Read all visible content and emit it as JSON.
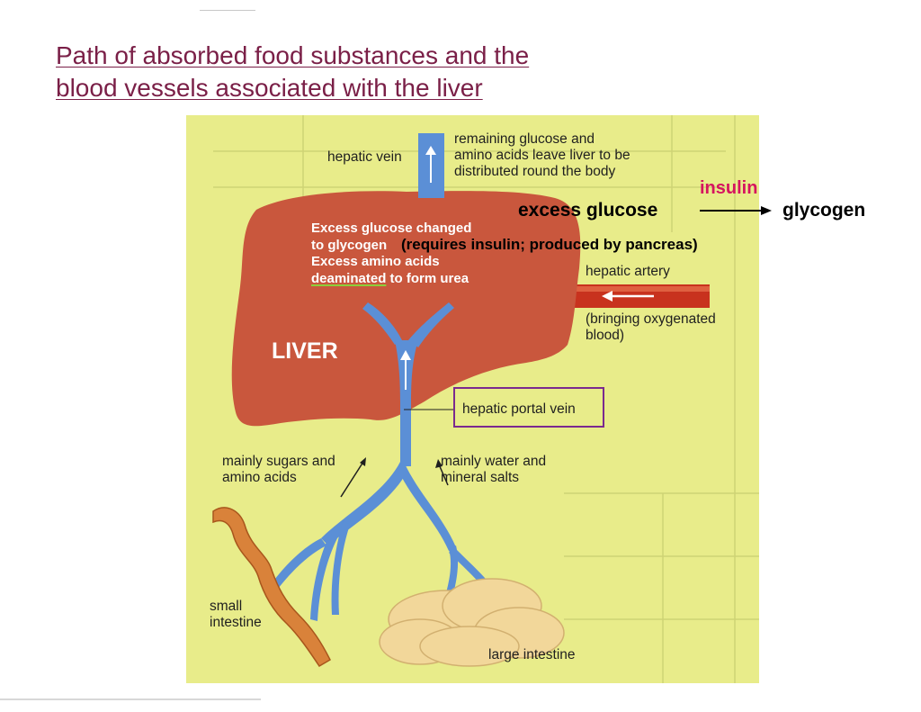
{
  "title": {
    "line1": "Path of absorbed food substances and the",
    "line2": "blood vessels associated with the liver"
  },
  "figure": {
    "hepatic_vein": "hepatic vein",
    "remaining_note": [
      "remaining glucose and",
      "amino acids leave liver to be",
      "distributed round the body"
    ],
    "liver_note": {
      "line1": "Excess glucose changed",
      "line2": "to glycogen",
      "line3": "Excess amino acids",
      "line4_highlight": "deaminated",
      "line4_rest": " to form urea"
    },
    "hepatic_artery": "hepatic artery",
    "oxygenated_note": [
      "(bringing oxygenated",
      "blood)"
    ],
    "liver_label": "LIVER",
    "hepatic_portal_vein": "hepatic portal vein",
    "sugars_note": [
      "mainly sugars and",
      "amino acids"
    ],
    "water_note": [
      "mainly water and",
      "mineral salts"
    ],
    "small_intestine": [
      "small",
      "intestine"
    ],
    "large_intestine": "large intestine"
  },
  "annotations": {
    "insulin": "insulin",
    "excess_glucose": "excess glucose",
    "glycogen": "glycogen",
    "requires_note": "(requires insulin; produced by pancreas)"
  },
  "colors": {
    "title": "#7a1f47",
    "insulin": "#d6145f",
    "figure_background": "#e8ec8a",
    "liver": "#c9573d",
    "vein": "#5b8fd6",
    "artery": "#c8321e",
    "intestine_small": "#d9823a",
    "intestine_large": "#f2d79a",
    "highlight_box": "#7a2a8f"
  }
}
